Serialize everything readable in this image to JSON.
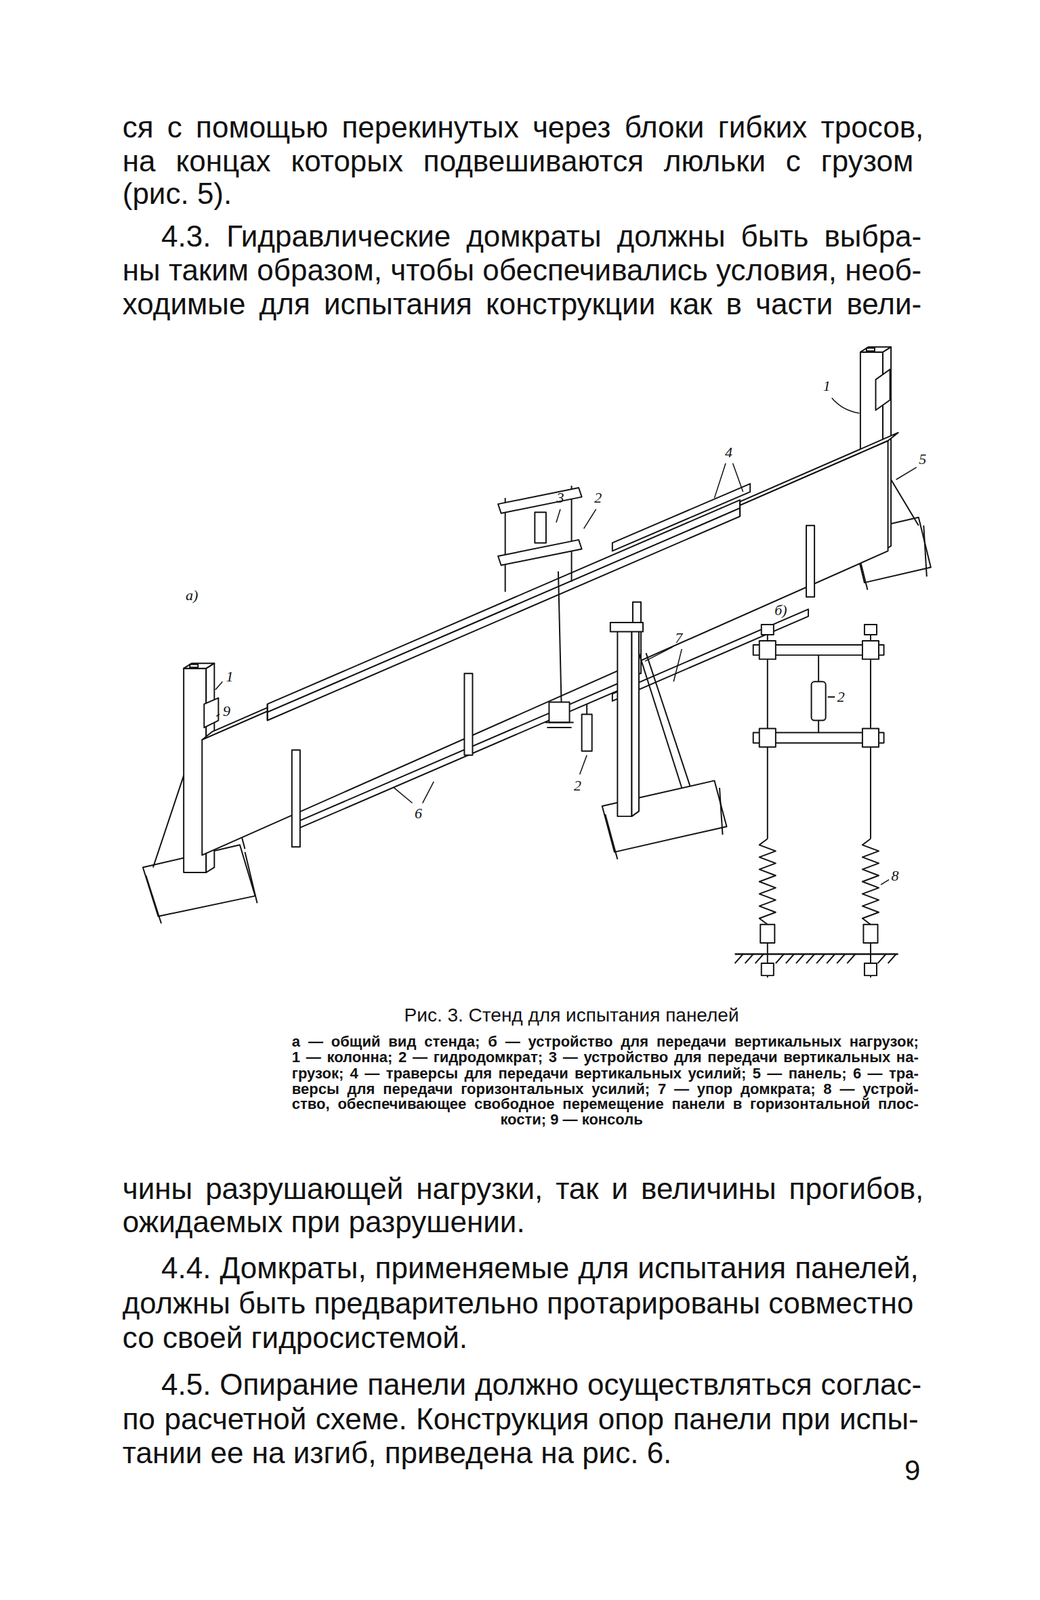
{
  "diagram": {
    "caption": "Рис. 3. Стенд для испытания панелей",
    "labels": [
      "ся с помощью перекинутых через блоки гибких тросов,",
      "на концах которых подвешиваются люльки с грузом",
      "(рис. 5).",
      "4.3. Гидравлические домкраты должны быть выбра-",
      "ны таким образом, чтобы обеспечивались условия, необ-",
      "ходимые для испытания конструкции как в части вели-",
      "1",
      "5",
      "4",
      "3",
      "2",
      "а)",
      "б)",
      "7",
      "1",
      "9",
      "2",
      "6",
      "2",
      "8",
      "а — общий вид стенда; б — устройство для передачи вертикальных нагрузок;",
      "1 — колонна; 2 — гидродомкрат; 3 — устройство для передачи вертикальных на-",
      "грузок; 4 — траверсы для передачи вертикальных усилий; 5 — панель; 6 — тра-",
      "версы для передачи горизонтальных усилий; 7 — упор домкрата; 8 — устрой-",
      "ство, обеспечивающее свободное перемещение панели в горизонтальной плос-",
      "кости; 9 — консоль",
      "чины разрушающей нагрузки, так и величины прогибов,",
      "ожидаемых при разрушении.",
      "4.4. Домкраты, применяемые для испытания панелей,",
      "должны быть предварительно протарированы совместно",
      "со своей гидросистемой.",
      "4.5. Опирание панели должно осуществляться соглас-",
      "по расчетной схеме. Конструкция опор панели при испы-",
      "тании ее на изгиб, приведена на рис. 6.",
      "9"
    ]
  }
}
